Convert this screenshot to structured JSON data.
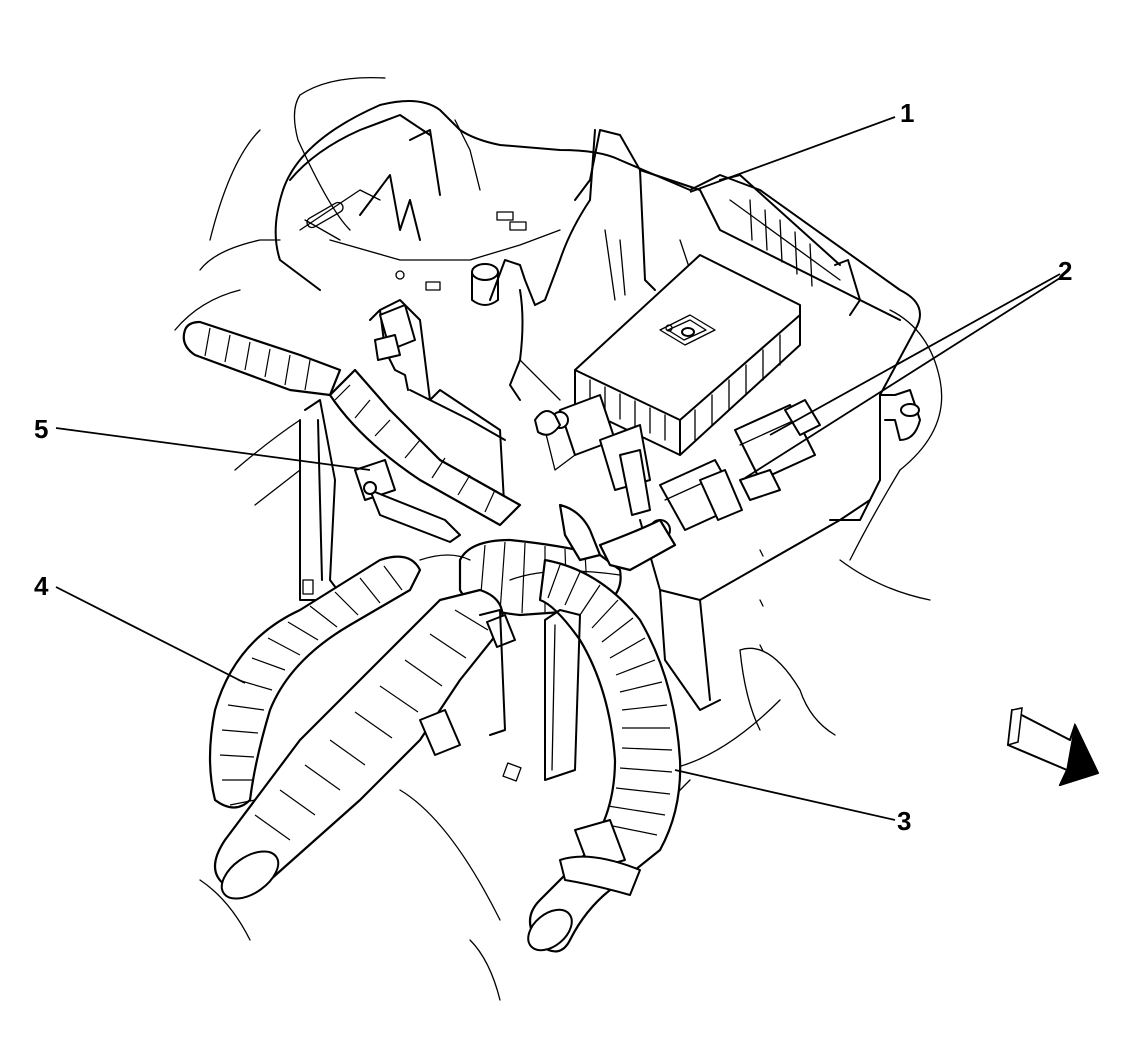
{
  "diagram": {
    "callouts": [
      {
        "id": "callout-1",
        "label": "1"
      },
      {
        "id": "callout-2",
        "label": "2"
      },
      {
        "id": "callout-3",
        "label": "3"
      },
      {
        "id": "callout-4",
        "label": "4"
      },
      {
        "id": "callout-5",
        "label": "5"
      }
    ],
    "orientation_icon": "front-direction-arrow-icon"
  }
}
